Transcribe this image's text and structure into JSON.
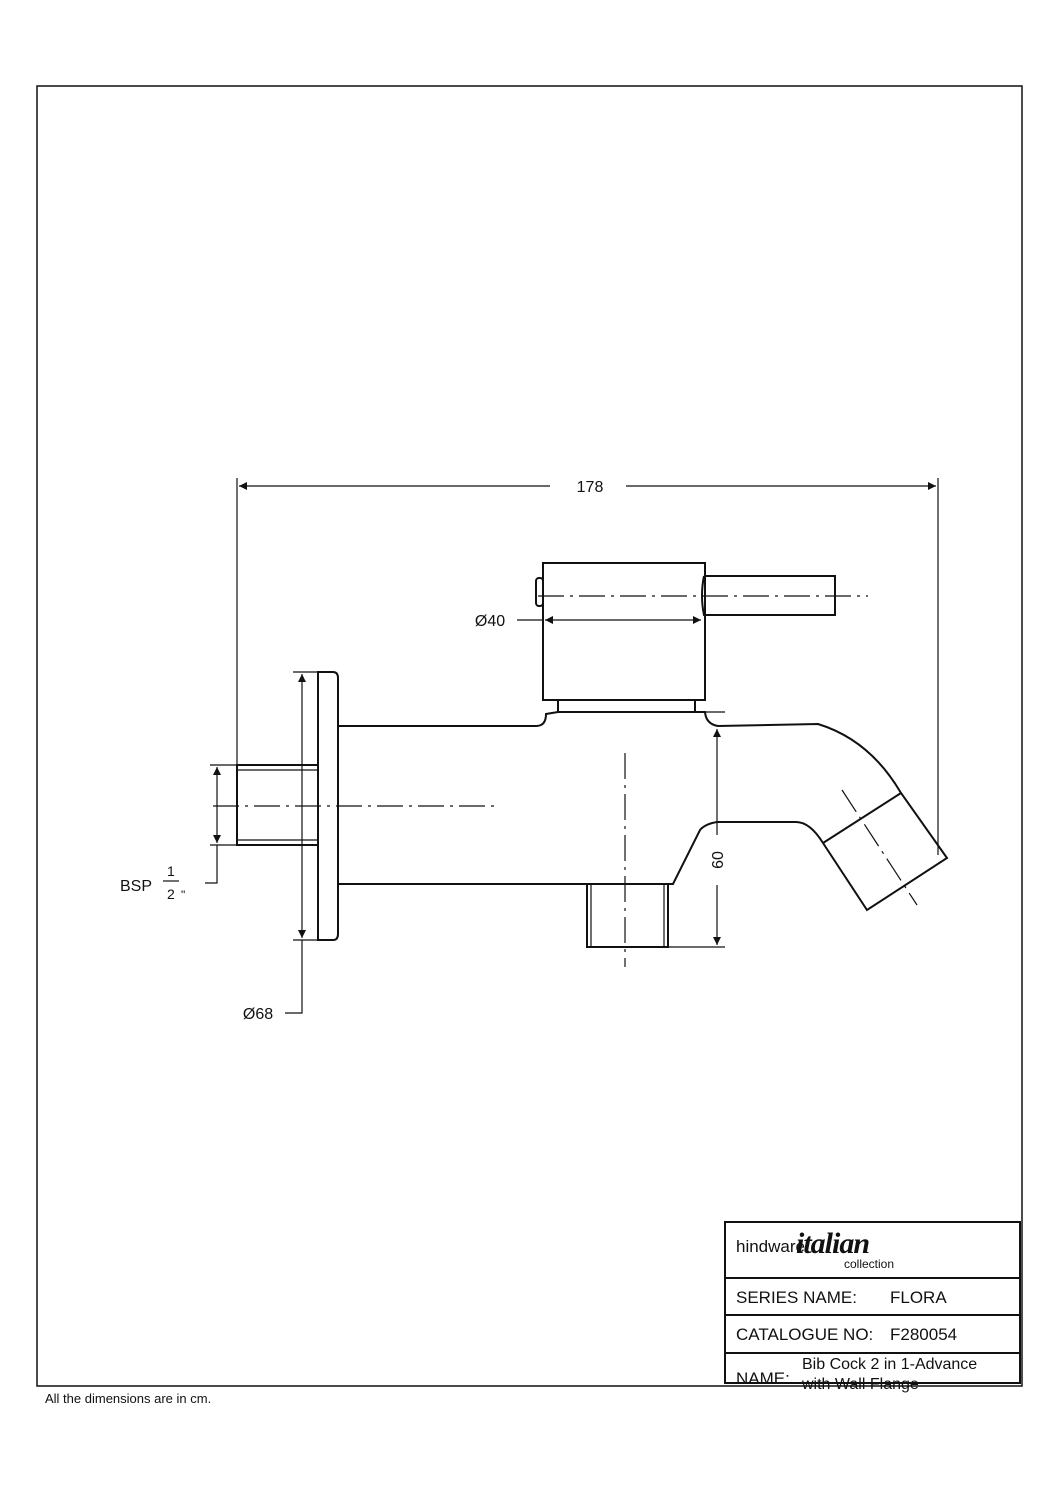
{
  "drawing": {
    "dimensions": {
      "overall_length": "178",
      "handle_diameter": "Ø40",
      "flange_diameter": "Ø68",
      "height": "60",
      "thread_label": "BSP",
      "thread_numerator": "1",
      "thread_denominator": "2",
      "thread_unit": "\""
    }
  },
  "title_block": {
    "logo_brand": "hindware",
    "logo_script": "italian",
    "logo_sub": "collection",
    "series_label": "SERIES NAME:",
    "series_value": "FLORA",
    "catalogue_label": "CATALOGUE NO:",
    "catalogue_value": "F280054",
    "name_label": "NAME:",
    "name_line1": "Bib Cock 2 in 1-Advance",
    "name_line2": "with Wall Flange"
  },
  "note": "All the dimensions are in cm."
}
